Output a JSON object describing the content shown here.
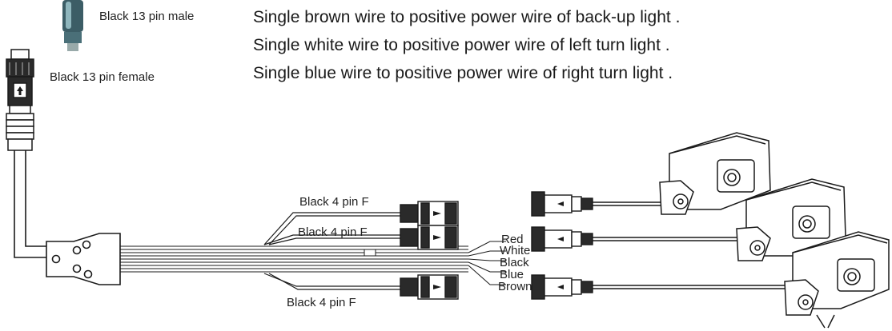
{
  "labels": {
    "male_connector": "Black 13 pin male",
    "female_connector": "Black 13 pin female"
  },
  "instructions": [
    "Single brown wire to positive power wire of  back-up light .",
    "Single white wire to positive power wire of  left turn light .",
    "Single blue  wire to positive power wire of  right turn light ."
  ],
  "branch_labels": [
    "Black 4 pin F",
    "Black 4 pin F",
    "Black 4 pin F"
  ],
  "wire_labels": [
    "Red",
    "White",
    "Black",
    "Blue",
    "Brown"
  ],
  "colors": {
    "line": "#1a1a1a",
    "connector": "#222222",
    "plug_highlight": "#6fa0a8"
  }
}
